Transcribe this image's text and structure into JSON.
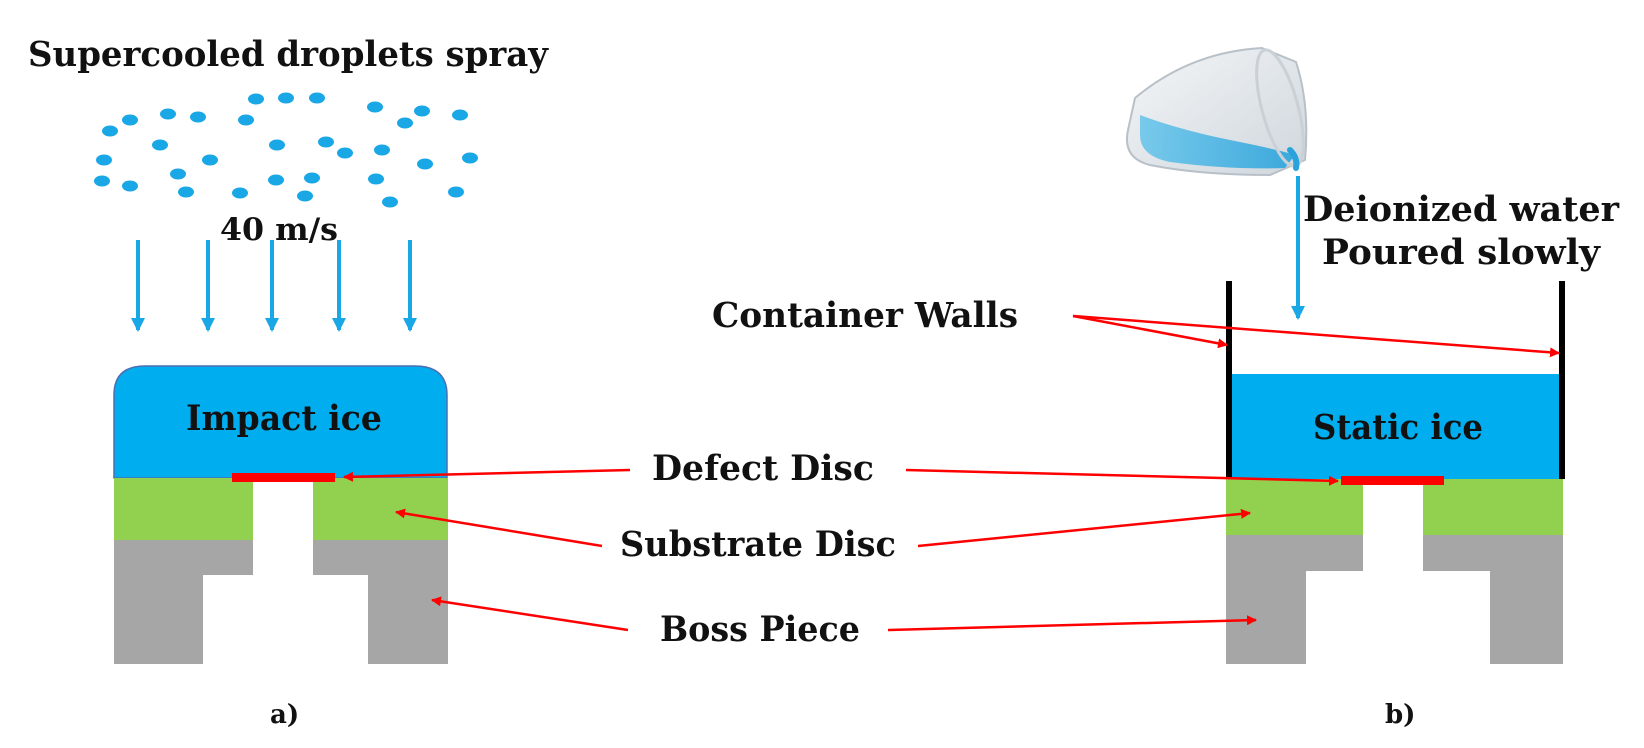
{
  "labels": {
    "spray_title": "Supercooled droplets spray",
    "speed": "40 m/s",
    "impact_ice": "Impact ice",
    "static_ice": "Static ice",
    "water_line1": "Deionized water",
    "water_line2": "Poured slowly",
    "container_walls": "Container Walls",
    "defect_disc": "Defect Disc",
    "substrate_disc": "Substrate Disc",
    "boss_piece": "Boss Piece",
    "panel_a": "a)",
    "panel_b": "b)"
  },
  "colors": {
    "ice": "#00aeef",
    "droplet": "#1aa7e6",
    "substrate": "#92d050",
    "boss": "#a6a6a6",
    "defect": "#ff0000",
    "arrow": "#ff0000",
    "wall": "#000000"
  }
}
